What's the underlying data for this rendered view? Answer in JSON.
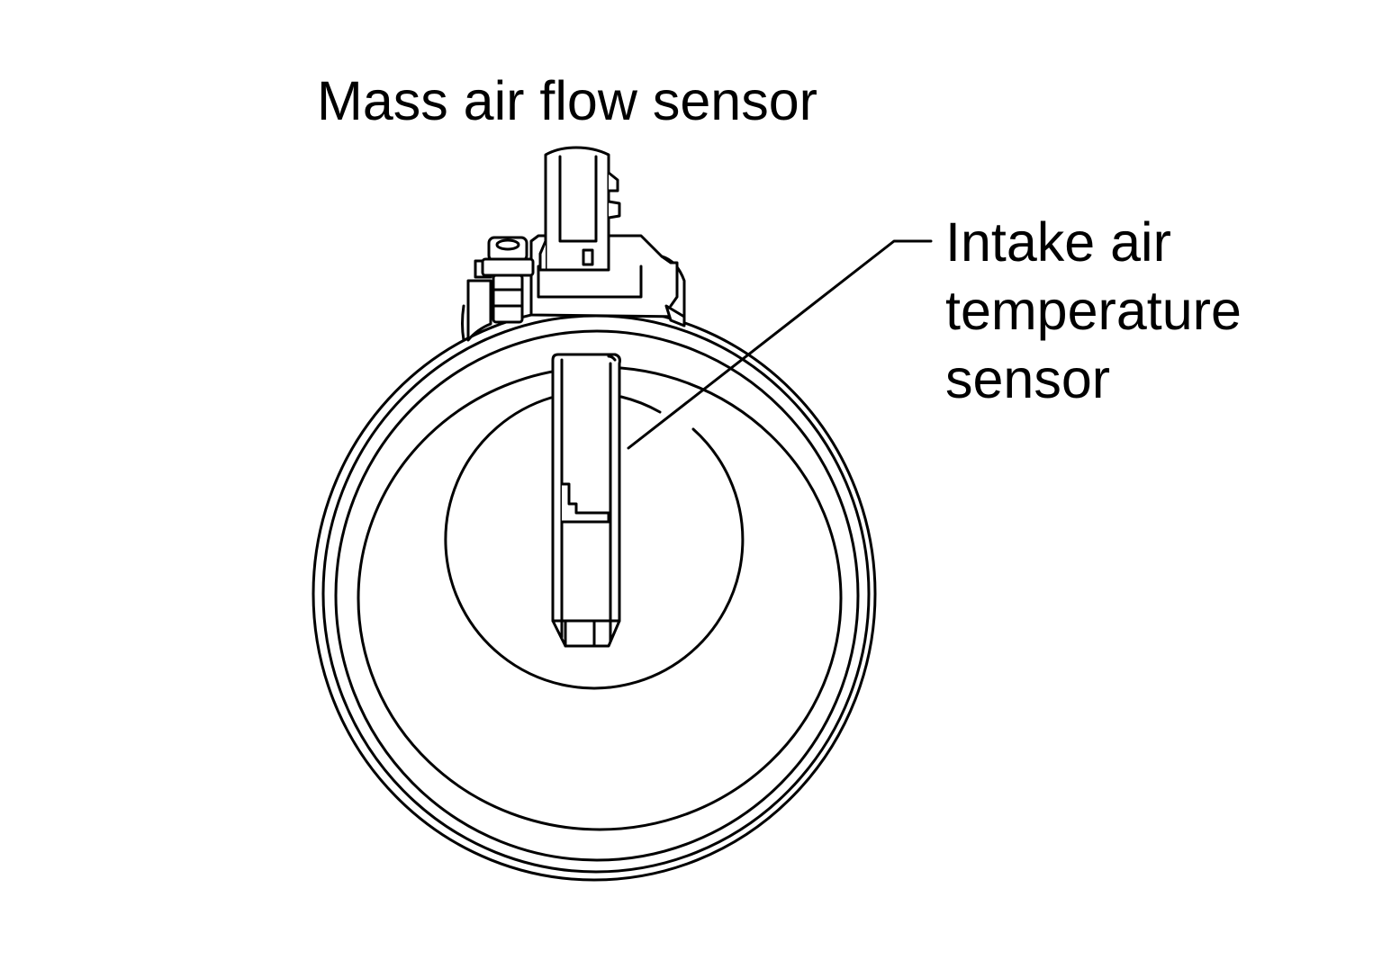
{
  "labels": {
    "mass_air_flow_sensor": "Mass air flow sensor",
    "intake_air_temperature_sensor": [
      "Intake air",
      "temperature",
      "sensor"
    ]
  },
  "colors": {
    "line": "#000000",
    "background": "#ffffff"
  }
}
